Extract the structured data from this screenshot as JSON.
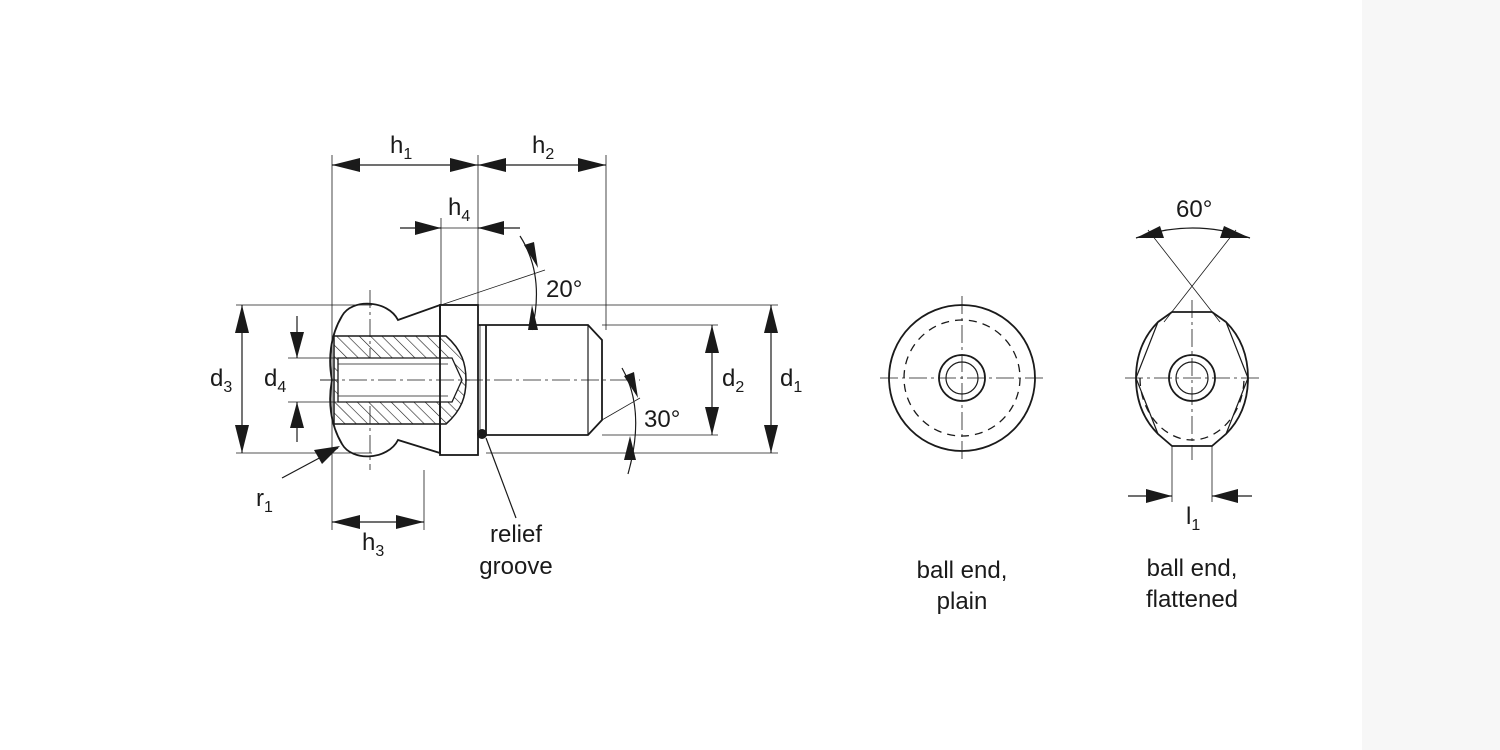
{
  "labels": {
    "h1": {
      "main": "h",
      "sub": "1"
    },
    "h2": {
      "main": "h",
      "sub": "2"
    },
    "h3": {
      "main": "h",
      "sub": "3"
    },
    "h4": {
      "main": "h",
      "sub": "4"
    },
    "d1": {
      "main": "d",
      "sub": "1"
    },
    "d2": {
      "main": "d",
      "sub": "2"
    },
    "d3": {
      "main": "d",
      "sub": "3"
    },
    "d4": {
      "main": "d",
      "sub": "4"
    },
    "r1": {
      "main": "r",
      "sub": "1"
    },
    "l1": {
      "main": "l",
      "sub": "1"
    },
    "angle_20": "20°",
    "angle_30": "30°",
    "angle_60": "60°"
  },
  "captions": {
    "relief_groove": [
      "relief",
      "groove"
    ],
    "plain": [
      "ball end,",
      "plain"
    ],
    "flattened": [
      "ball end,",
      "flattened"
    ]
  },
  "colors": {
    "line": "#1a1a1a",
    "background": "#ffffff",
    "side_strip": "#f7f7f7"
  }
}
